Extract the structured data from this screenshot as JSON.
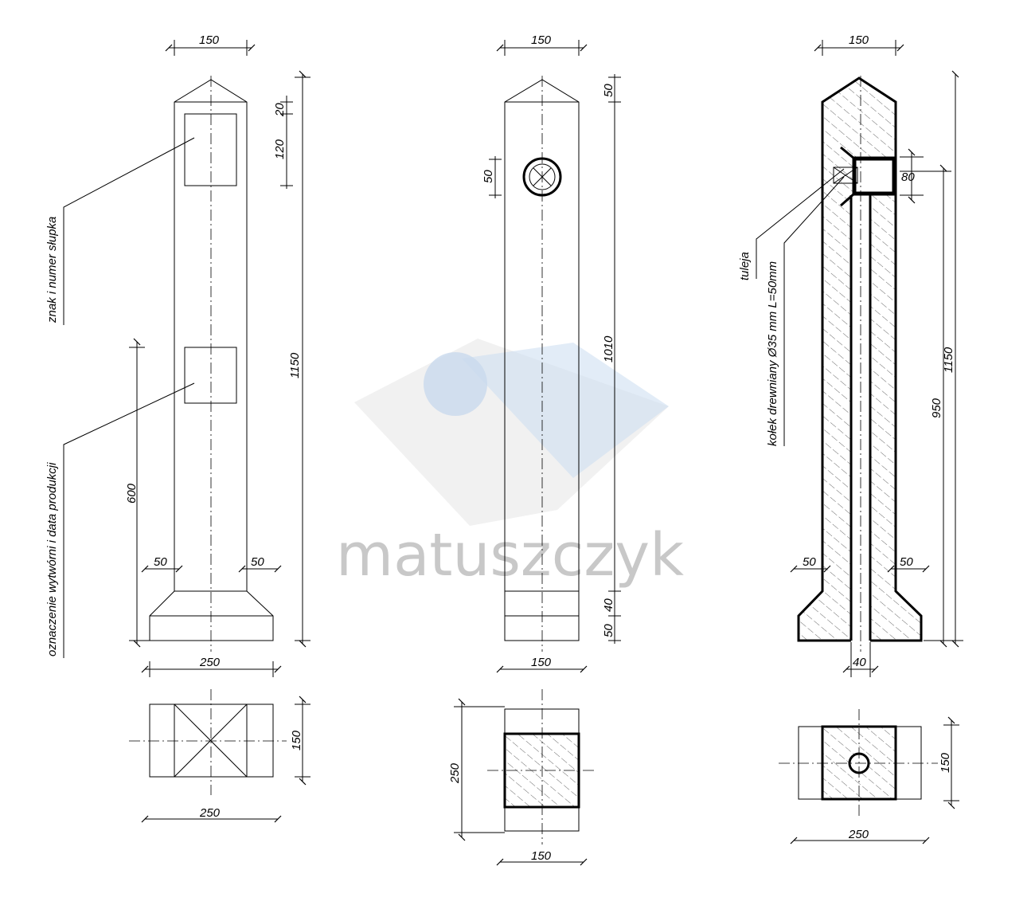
{
  "watermark": "matuszczyk",
  "colors": {
    "line": "#000000",
    "watermark": "#c8c8c8",
    "watermark_blue": "#cfe0f2"
  },
  "side_view": {
    "top_width": "150",
    "height": "1150",
    "top_offset": "20",
    "sign_height": "120",
    "mark_height": "600",
    "left_offset": "50",
    "right_offset": "50",
    "base_width": "250",
    "label_sign": "znak i numer słupka",
    "label_mark": "oznaczenie wytwórni i data produkcji"
  },
  "side_plan": {
    "depth": "150",
    "width": "250"
  },
  "front_view": {
    "top_width": "150",
    "tip": "50",
    "body": "1010",
    "step1": "40",
    "step2": "50",
    "hole": "50",
    "bottom_width": "150"
  },
  "front_plan": {
    "depth": "250",
    "width": "150"
  },
  "section_view": {
    "top_width": "150",
    "height": "1150",
    "lower": "950",
    "box": "80",
    "left_offset": "50",
    "right_offset": "50",
    "channel": "40",
    "label_sleeve": "tuleja",
    "label_peg": "kołek drewniany Ø35 mm L=50mm"
  },
  "section_plan": {
    "depth": "150",
    "width": "250"
  }
}
